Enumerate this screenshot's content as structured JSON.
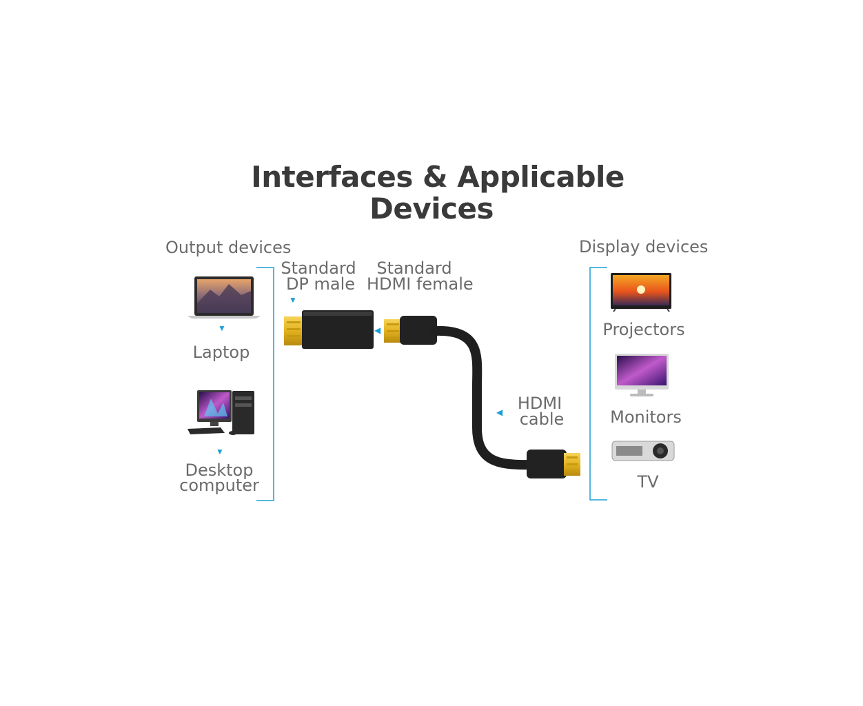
{
  "title": {
    "line1": "Interfaces & Applicable",
    "line2": "Devices"
  },
  "output": {
    "heading": "Output devices",
    "laptop_label": "Laptop",
    "desktop_label_line1": "Desktop",
    "desktop_label_line2": "computer"
  },
  "connectors": {
    "dp_line1": "Standard",
    "dp_line2": "DP male",
    "hdmi_line1": "Standard",
    "hdmi_line2": "HDMI female",
    "cable_line1": "HDMI",
    "cable_line2": "cable"
  },
  "display": {
    "heading": "Display devices",
    "item1": "Projectors",
    "item2": "Monitors",
    "item3": "TV"
  },
  "colors": {
    "accent": "#1a9fd6",
    "title": "#3a3a3a",
    "label": "#6b6b6b",
    "cable": "#1f1f1f",
    "gold": "#e3b21f"
  }
}
